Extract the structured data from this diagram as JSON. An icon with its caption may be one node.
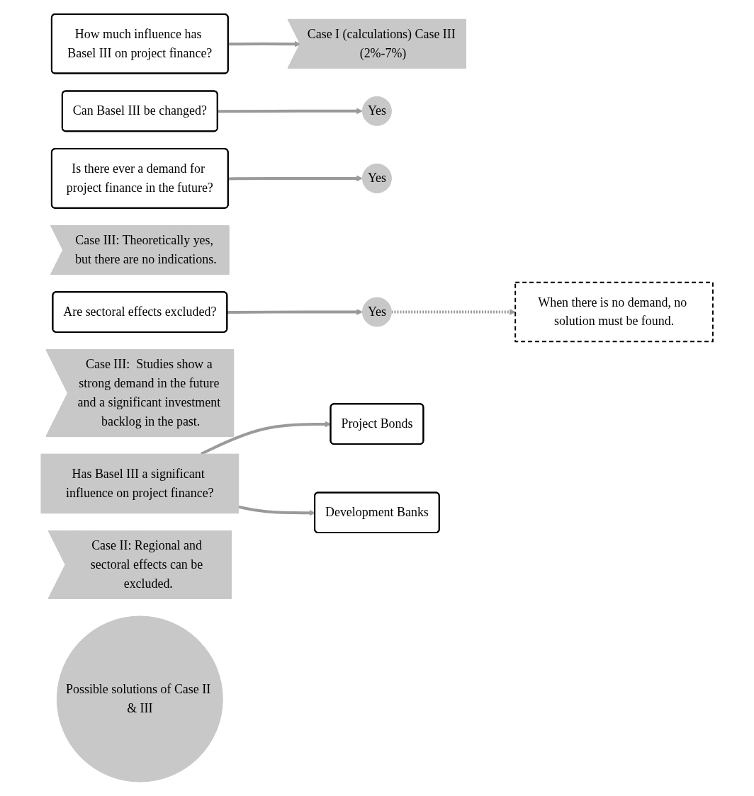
{
  "diagram": {
    "nodes": [
      {
        "text": [
          "Has Basel III a significant influence on project finance?"
        ]
      },
      {
        "text": [
          "How much influence has Basel III on project finance?"
        ]
      },
      {
        "text": [
          "Case I (calculations) Case III (2%-7%)"
        ]
      },
      {
        "text": [
          "Can Basel III be changed?"
        ]
      },
      {
        "text": [
          "Yes"
        ]
      },
      {
        "text": [
          "Case III: Theoretically yes, but there are no indications."
        ]
      },
      {
        "text": [
          "Is there ever a demand for project finance in the future?"
        ]
      },
      {
        "text": [
          "Yes"
        ]
      },
      {
        "text": [
          "Case III:  Studies show a strong demand in the future and a significant investment backlog in the past."
        ]
      },
      {
        "text": [
          "Are sectoral effects excluded?"
        ]
      },
      {
        "text": [
          "Yes"
        ]
      },
      {
        "text": [
          "Case II: Regional and sectoral effects can be excluded."
        ]
      },
      {
        "text": [
          "When there is no demand, no solution must be found."
        ]
      },
      {
        "text": [
          "Possible solutions of Case II & III"
        ]
      },
      {
        "text": [
          "Project Bonds"
        ]
      },
      {
        "text": [
          "Development Banks"
        ]
      }
    ],
    "edges": [
      {
        "from": 1,
        "to": 2,
        "arrow": "to"
      },
      {
        "from": 3,
        "to": 4,
        "arrow": "to"
      },
      {
        "from": 6,
        "to": 7,
        "arrow": "to"
      },
      {
        "from": 9,
        "to": 10,
        "arrow": "to"
      },
      {
        "from": 10,
        "to": 12,
        "arrow": "to",
        "style": "dashed"
      },
      {
        "from": 0,
        "to": 14,
        "arrow": "to"
      },
      {
        "from": 0,
        "to": 15,
        "arrow": "to"
      }
    ]
  }
}
